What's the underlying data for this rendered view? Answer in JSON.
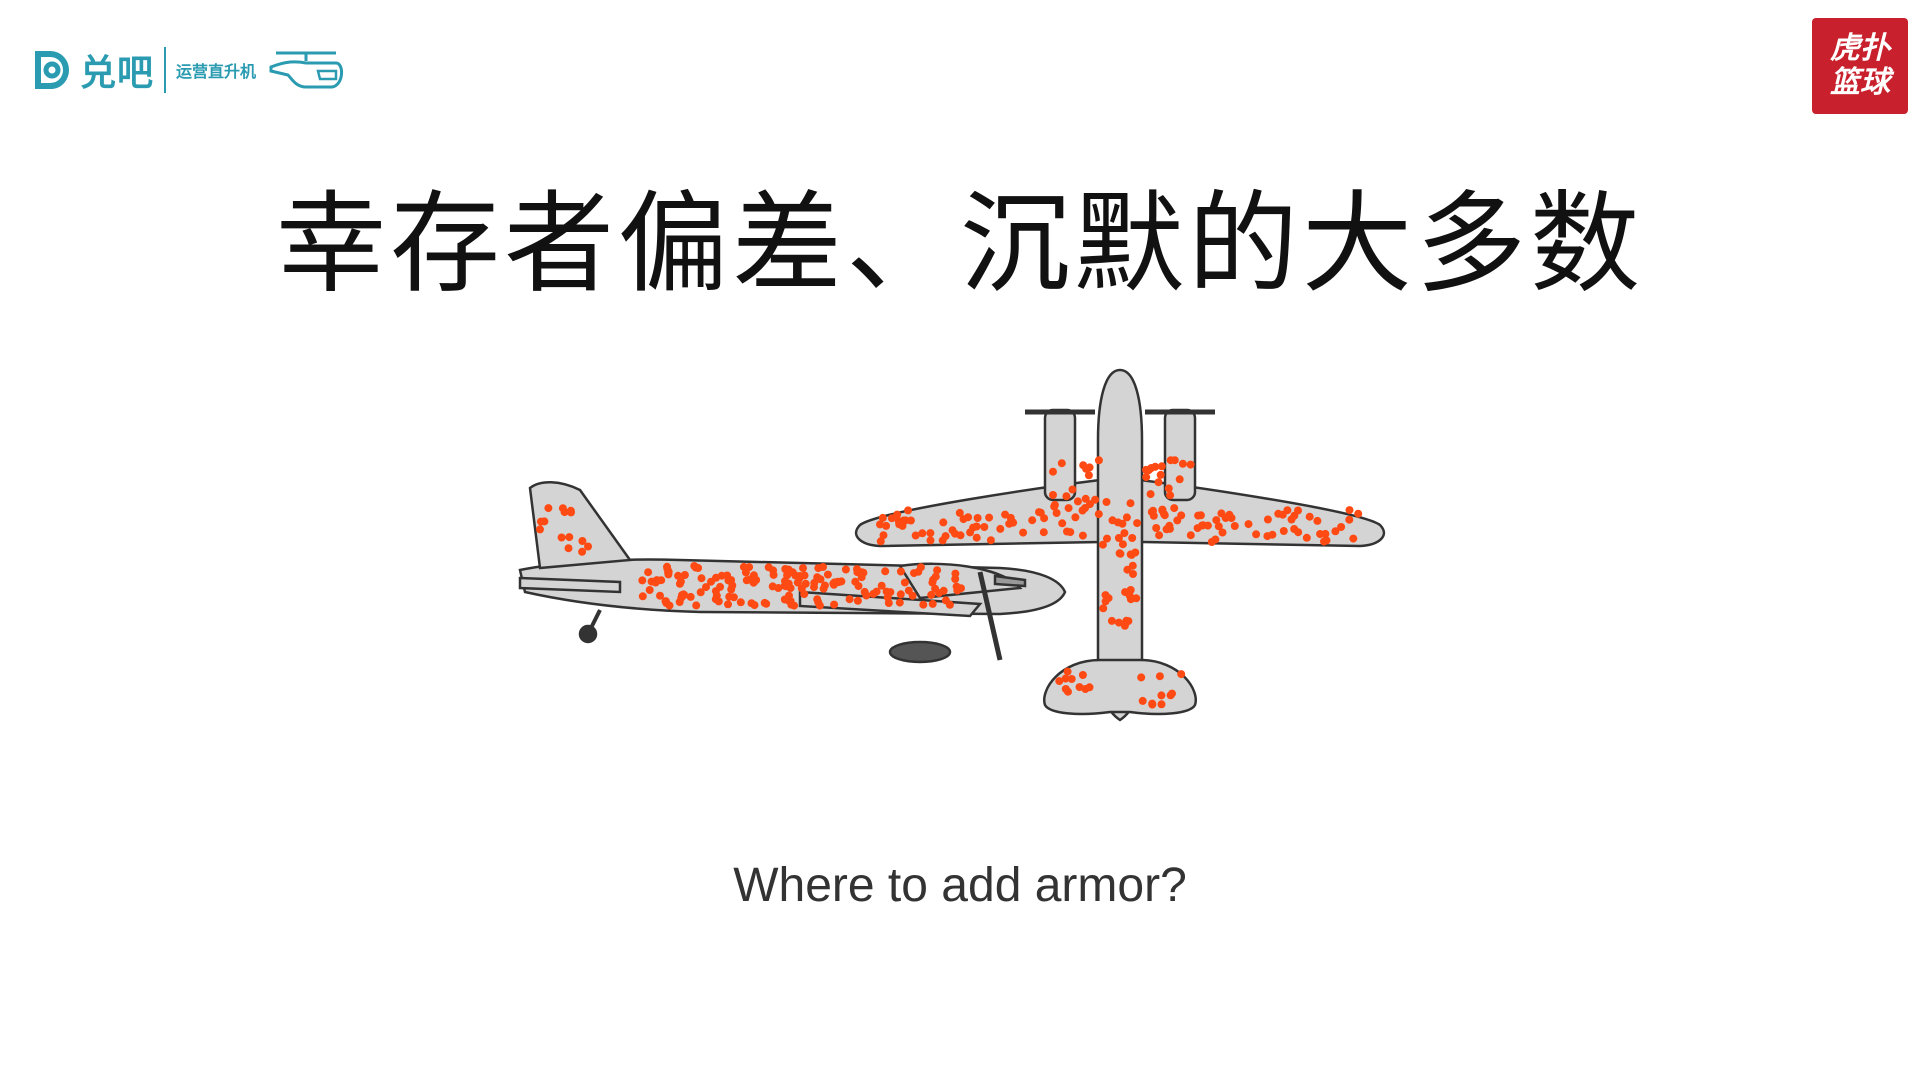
{
  "header": {
    "left_logo": {
      "brand": "兑吧",
      "subtitle": "运营直升机"
    },
    "right_logo": {
      "line1": "虎扑",
      "line2": "篮球"
    },
    "title": "幸存者偏差、沉默的大多数"
  },
  "figure": {
    "caption": "Where to add armor?",
    "colors": {
      "plane_fill": "#d4d4d4",
      "plane_outline": "#333333",
      "hit_marks": "#ff4a14"
    }
  }
}
